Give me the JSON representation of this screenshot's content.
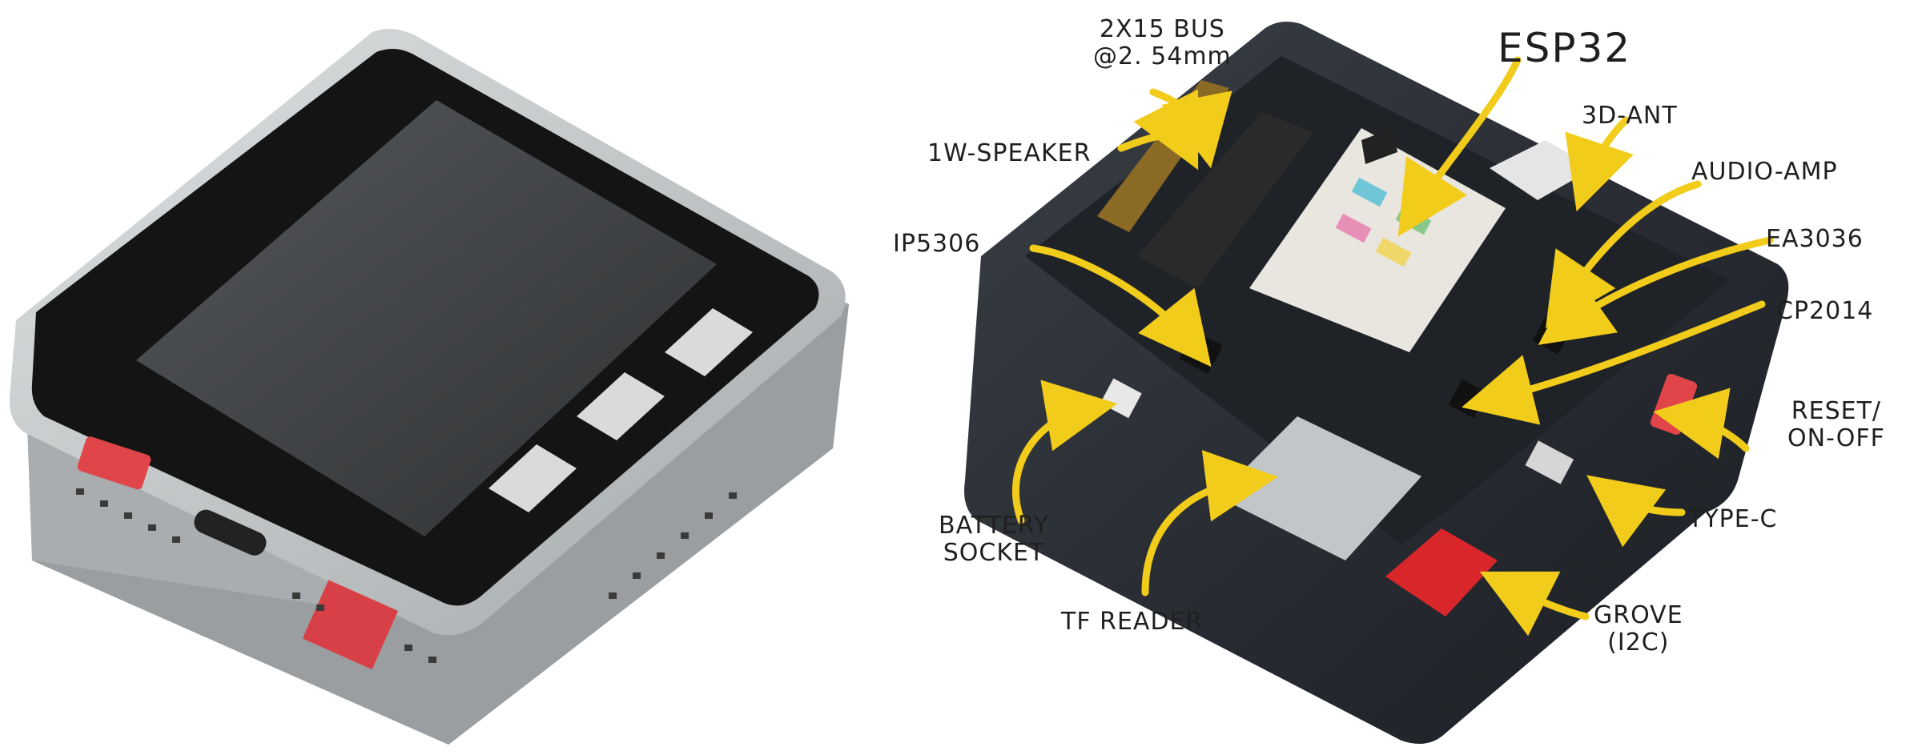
{
  "colors": {
    "background": "#ffffff",
    "case_gray": "#b8bcbe",
    "bezel_black": "#141414",
    "screen": "#3c3e40",
    "button_face": "#d8dadb",
    "red_accent": "#e0454a",
    "pcb": "#1f2328",
    "arrow_yellow": "#f2cc1b",
    "label_text": "#1f1f1f"
  },
  "labels": {
    "bus": [
      "2X15 BUS",
      "@2. 54mm"
    ],
    "esp32": "ESP32",
    "speaker": "1W-SPEAKER",
    "ant": "3D-ANT",
    "amp": "AUDIO-AMP",
    "ip5306": "IP5306",
    "ea3036": "EA3036",
    "cp2104": "CP2014",
    "battery": [
      "BATTERY",
      "SOCKET"
    ],
    "reset": [
      "RESET/",
      "ON-OFF"
    ],
    "typec": "TYPE-C",
    "tf": "TF READER",
    "grove": [
      "GROVE",
      "(I2C)"
    ]
  },
  "icons": {
    "module_logo": "M5-logo"
  }
}
